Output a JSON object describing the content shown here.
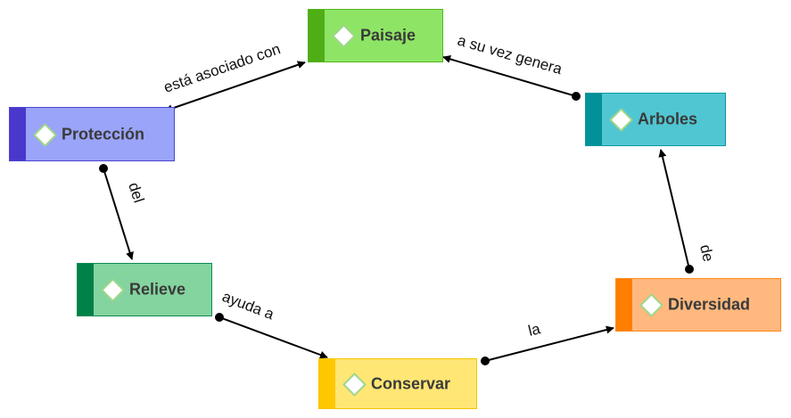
{
  "nodes": [
    {
      "id": "paisaje",
      "label": "Paisaje",
      "fill": "#8ee565",
      "strip": "#4fad16",
      "border": "#55b41f",
      "icon": "diamond-icon"
    },
    {
      "id": "arboles",
      "label": "Arboles",
      "fill": "#50c6d2",
      "strip": "#009199",
      "border": "#0b98a2",
      "icon": "diamond-icon"
    },
    {
      "id": "proteccion",
      "label": "Protección",
      "fill": "#9aa4f8",
      "strip": "#4a38cc",
      "border": "#4b44cf",
      "icon": "diamond-icon"
    },
    {
      "id": "relieve",
      "label": "Relieve",
      "fill": "#84d49f",
      "strip": "#008148",
      "border": "#0b8a55",
      "icon": "diamond-icon"
    },
    {
      "id": "diversidad",
      "label": "Diversidad",
      "fill": "#ffb87e",
      "strip": "#ff7e00",
      "border": "#ff8a17",
      "icon": "diamond-icon"
    },
    {
      "id": "conservar",
      "label": "Conservar",
      "fill": "#ffe675",
      "strip": "#ffc700",
      "border": "#f5c400",
      "icon": "diamond-icon"
    }
  ],
  "edges": [
    {
      "id": "proteccion-paisaje",
      "from": "proteccion",
      "to": "paisaje",
      "label": "está asociado con",
      "style": "double-arrow"
    },
    {
      "id": "arboles-paisaje",
      "from": "arboles",
      "to": "paisaje",
      "label": "a su vez genera",
      "style": "dot-arrow"
    },
    {
      "id": "proteccion-relieve",
      "from": "proteccion",
      "to": "relieve",
      "label": "del",
      "style": "dot-arrow"
    },
    {
      "id": "relieve-conservar",
      "from": "relieve",
      "to": "conservar",
      "label": "ayuda a",
      "style": "dot-arrow"
    },
    {
      "id": "conservar-diversidad",
      "from": "conservar",
      "to": "diversidad",
      "label": "la",
      "style": "dot-arrow"
    },
    {
      "id": "diversidad-arboles",
      "from": "diversidad",
      "to": "arboles",
      "label": "de",
      "style": "dot-arrow"
    }
  ]
}
